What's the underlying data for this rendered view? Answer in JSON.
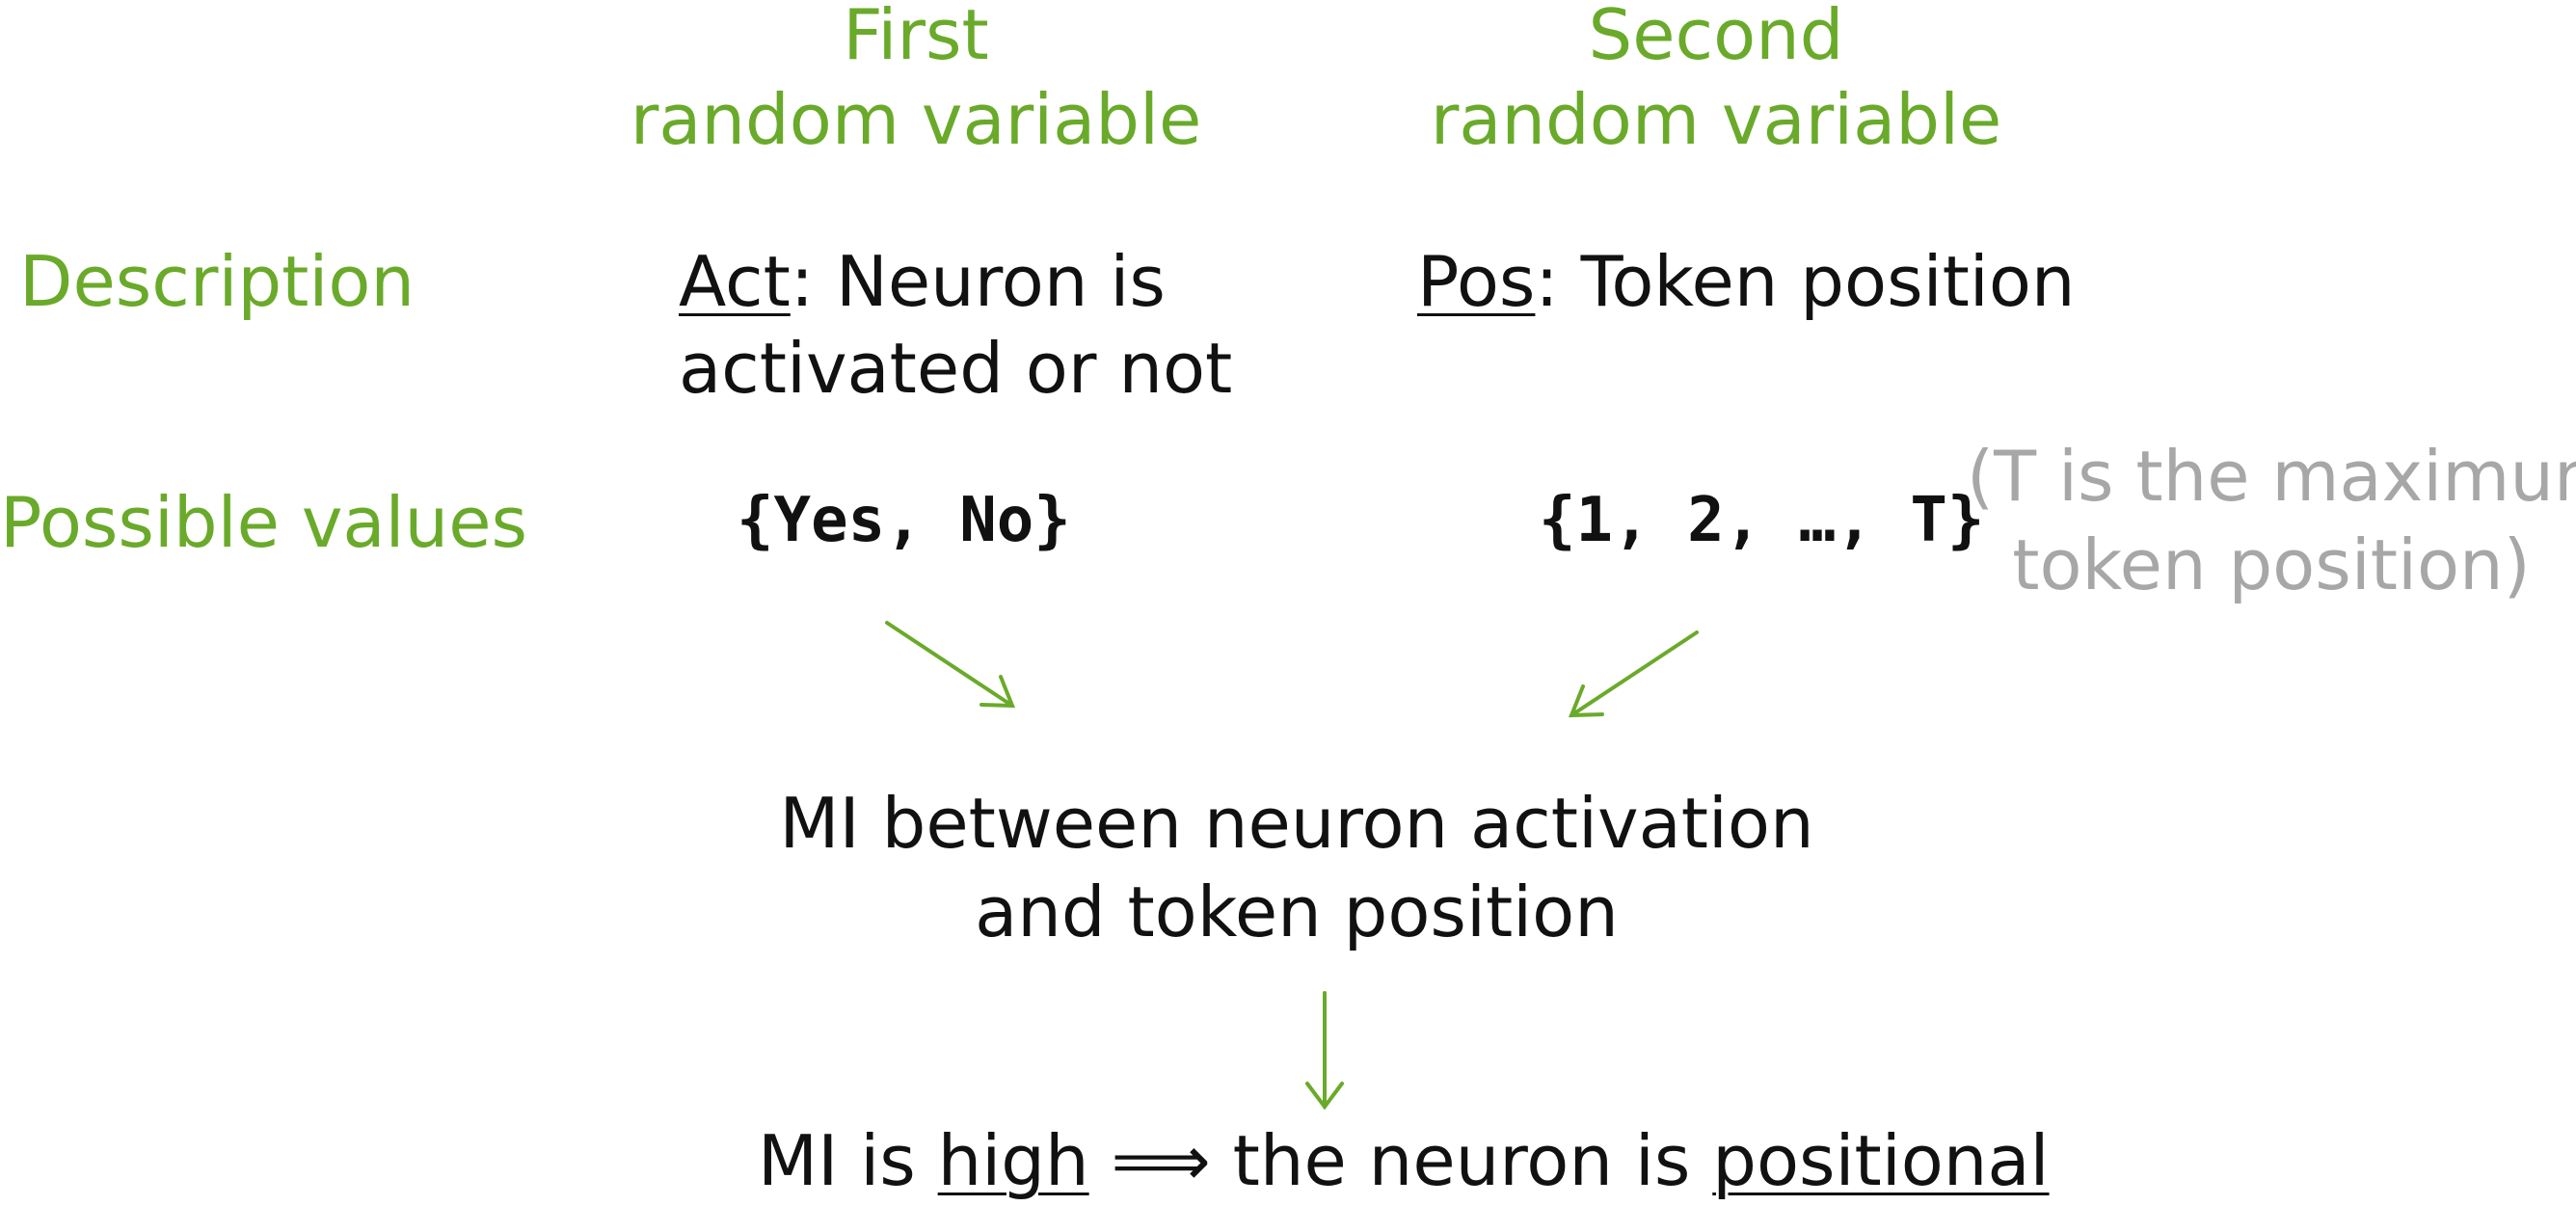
{
  "colors": {
    "accent": "#6aaa2a",
    "gray": "#a7a7a7",
    "text": "#111111"
  },
  "header": {
    "first": {
      "line1": "First",
      "line2": "random variable"
    },
    "second": {
      "line1": "Second",
      "line2": "random variable"
    }
  },
  "rows": {
    "description": {
      "label": "Description",
      "first": {
        "var": "Act",
        "sep": ": Neuron is",
        "line2": "activated or not"
      },
      "second": {
        "var": "Pos",
        "sep": ": Token position"
      }
    },
    "possible_values": {
      "label": "Possible values",
      "first": "{Yes, No}",
      "second": "{1, 2, …, T}",
      "note": {
        "line1": "(T is the maximum",
        "line2": "token position)"
      }
    }
  },
  "mi": {
    "line1": "MI between neuron activation",
    "line2": "and token position"
  },
  "conclusion": {
    "prefix": "MI is ",
    "high": "high",
    "implies": " ⟹ the neuron is ",
    "positional": "positional"
  }
}
